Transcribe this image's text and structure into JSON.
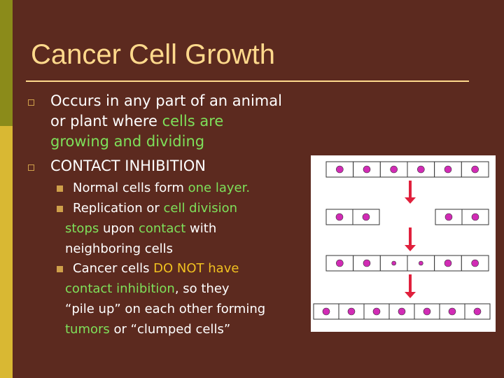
{
  "slide": {
    "title": "Cancer Cell Growth",
    "colors": {
      "background": "#5c2a1f",
      "title": "#ffd98c",
      "highlight": "#7ee05a",
      "warning": "#f0c020",
      "bullet": "#cfa04a"
    }
  },
  "bullets": [
    {
      "lines": [
        [
          {
            "t": "Occurs in any part of an animal"
          }
        ],
        [
          {
            "t": "or plant where "
          },
          {
            "t": "cells are",
            "hl": true
          }
        ],
        [
          {
            "t": "growing and dividing",
            "hl": true
          }
        ]
      ]
    },
    {
      "lines": [
        [
          {
            "t": "CONTACT INHIBITION"
          }
        ]
      ]
    }
  ],
  "sub_bullets": [
    {
      "lines": [
        [
          {
            "t": "Normal cells form "
          },
          {
            "t": "one layer.",
            "hl": true
          }
        ]
      ]
    },
    {
      "lines": [
        [
          {
            "t": "Replication or "
          },
          {
            "t": "cell division",
            "hl": true
          }
        ],
        [
          {
            "t": "stops",
            "hl": true
          },
          {
            "t": " upon "
          },
          {
            "t": "contact",
            "hl": true
          },
          {
            "t": " with"
          }
        ],
        [
          {
            "t": "neighboring cells"
          }
        ]
      ]
    },
    {
      "lines": [
        [
          {
            "t": "Cancer cells "
          },
          {
            "t": "DO NOT have",
            "hl2": true
          }
        ],
        [
          {
            "t": "contact inhibition",
            "hl": true
          },
          {
            "t": ", so they"
          }
        ],
        [
          {
            "t": "“pile up” on each other forming"
          }
        ],
        [
          {
            "t": "tumors",
            "hl": true
          },
          {
            "t": " or “clumped cells”"
          }
        ]
      ]
    }
  ],
  "diagram": {
    "cell_color": "#d12bb5",
    "arrow_color": "#e0203c",
    "rows": [
      {
        "cells": 6,
        "gap_after": null,
        "small_nuclei": []
      },
      {
        "cells": 4,
        "gap_after": 2,
        "small_nuclei": []
      },
      {
        "cells": 6,
        "gap_after": null,
        "small_nuclei": [
          2,
          3
        ]
      },
      {
        "cells": 7,
        "gap_after": null,
        "small_nuclei": []
      }
    ]
  }
}
